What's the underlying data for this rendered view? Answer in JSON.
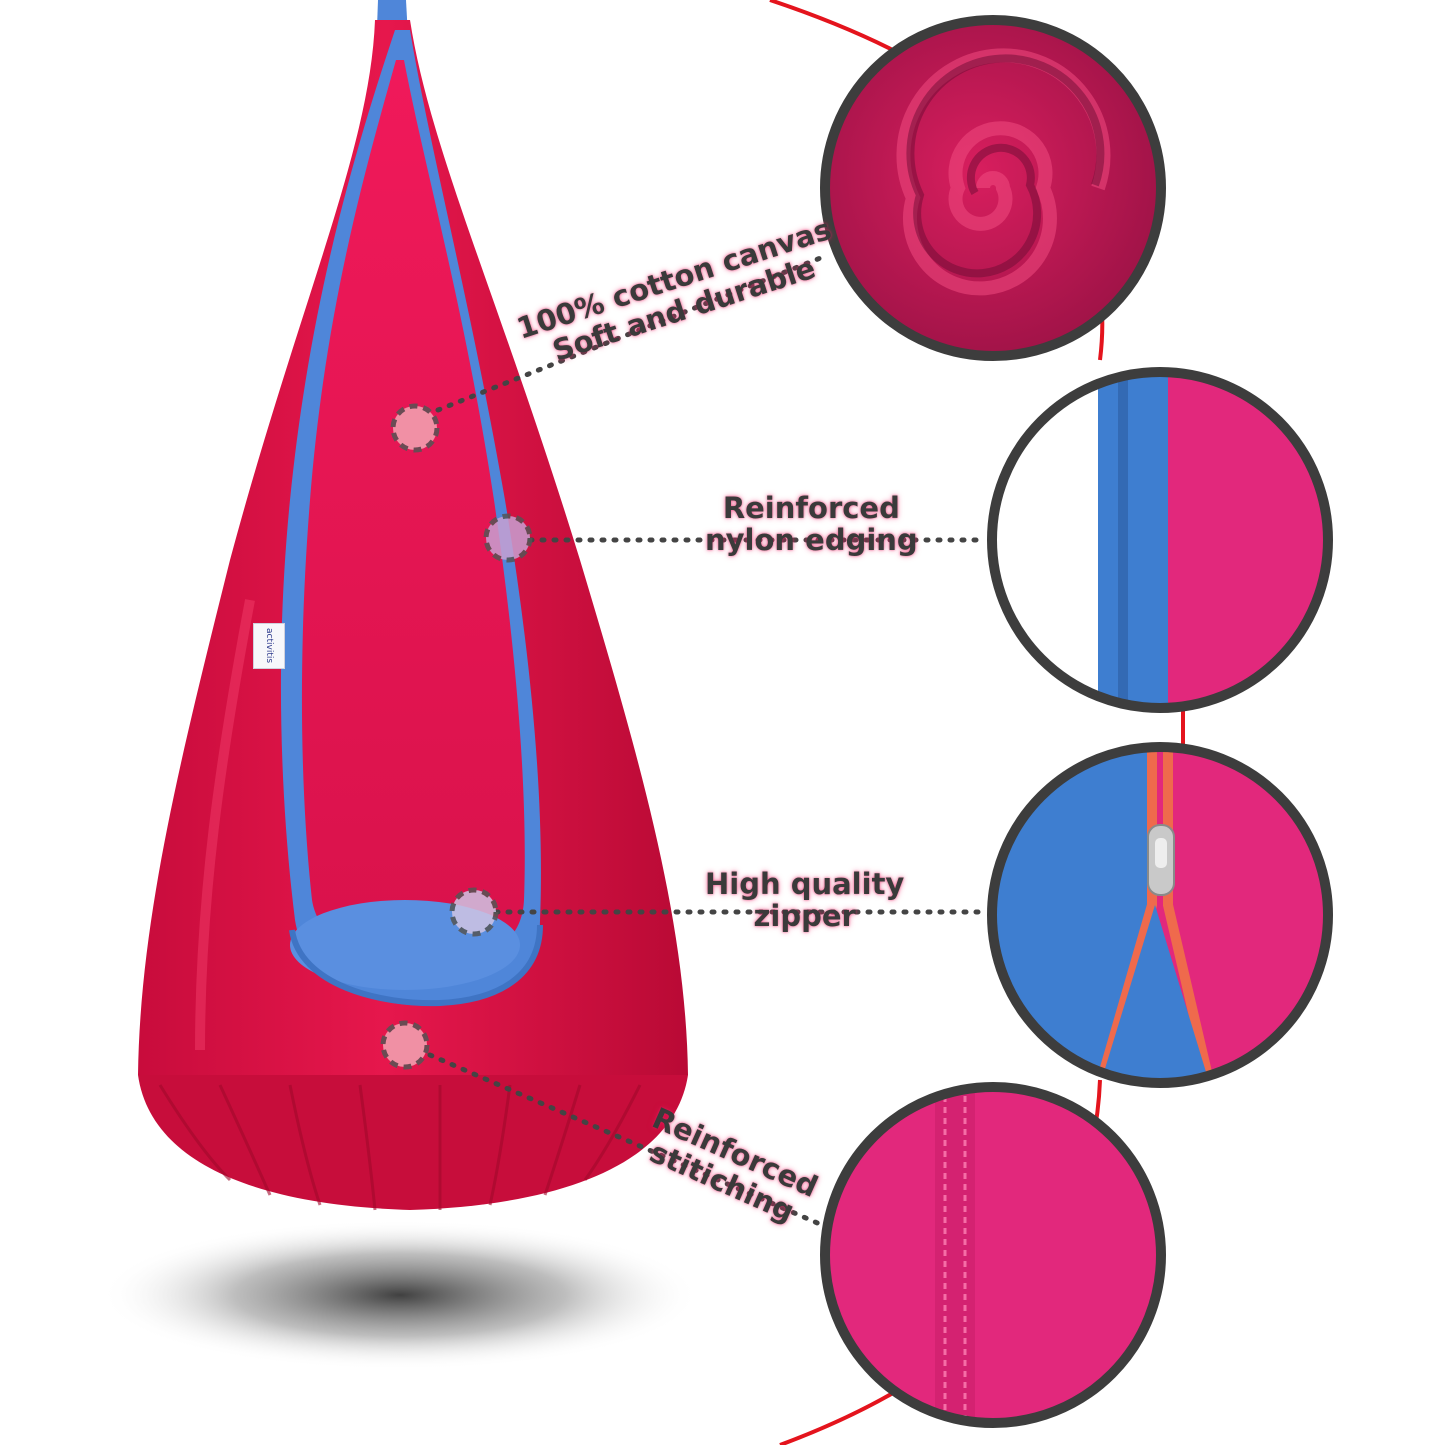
{
  "brand": {
    "tag_text": "activitis"
  },
  "features": [
    {
      "id": "cotton",
      "lines": [
        "100% cotton canvas",
        "Soft and durable"
      ]
    },
    {
      "id": "edging",
      "lines": [
        "Reinforced",
        "nylon edging"
      ]
    },
    {
      "id": "zipper",
      "lines": [
        "High quality",
        "zipper"
      ]
    },
    {
      "id": "stitching",
      "lines": [
        "Reinforced",
        "stitiching"
      ]
    }
  ],
  "colors": {
    "canvas_red": "#e0144a",
    "edging_blue": "#4f86d9",
    "connector_red": "#e4141d",
    "circle_border": "#3d3d3d",
    "label_text": "#3a3a3a",
    "label_glow": "#e91e63",
    "fabric_pink": "#e8277c",
    "fabric_magenta": "#c71a5a",
    "zipper_orange": "#ef6a4c"
  }
}
